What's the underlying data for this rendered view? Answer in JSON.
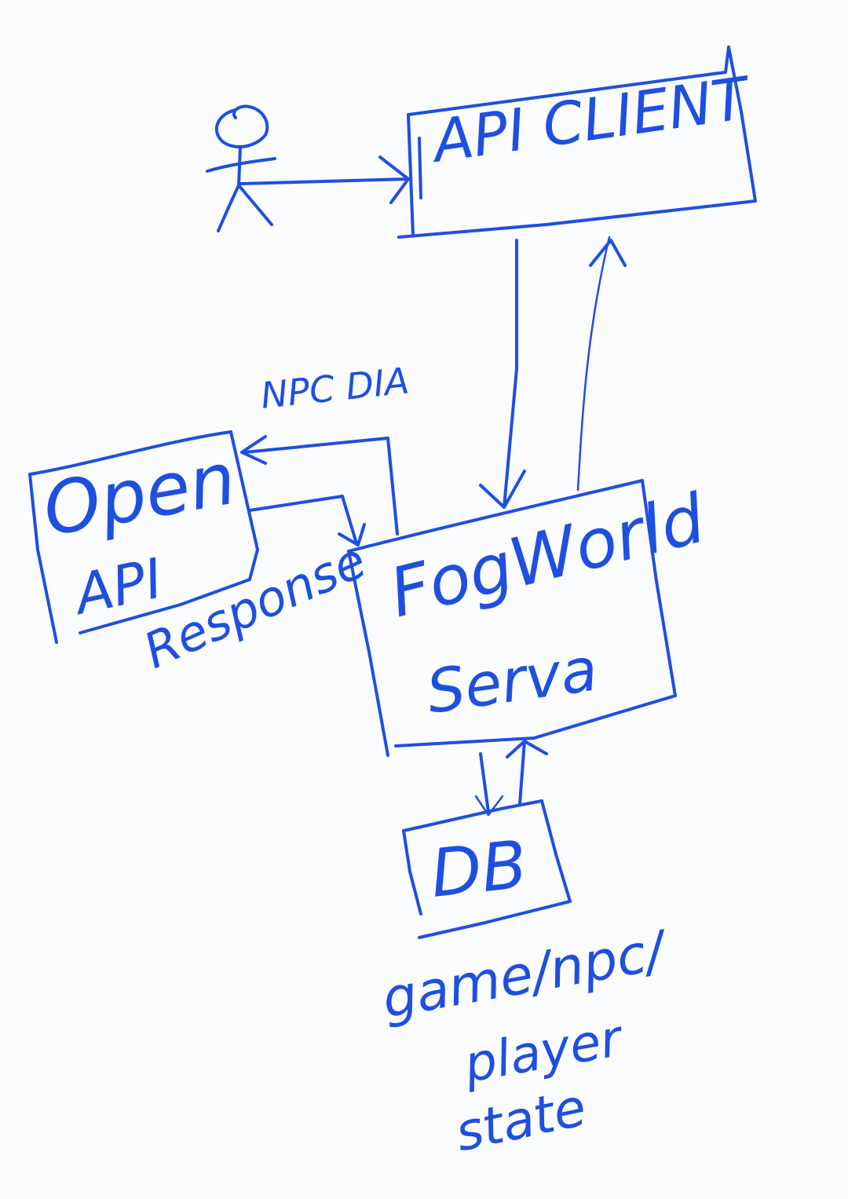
{
  "colors": {
    "ink": "#1e4fe0",
    "paper": "#fbfcfe"
  },
  "nodes": {
    "api_client": {
      "label": "API CLIENT"
    },
    "open_api": {
      "line1": "Open",
      "line2": "API"
    },
    "fogworld_server": {
      "line1": "FogWorld",
      "line2": "Serva"
    },
    "db": {
      "label": "DB"
    }
  },
  "edge_labels": {
    "npc_dia": "NPC DIA",
    "response": "Response"
  },
  "annotations": {
    "db_note_line1": "game/npc/",
    "db_note_line2": "player",
    "db_note_line3": "state"
  },
  "icons": {
    "user": "stick-figure-icon"
  }
}
